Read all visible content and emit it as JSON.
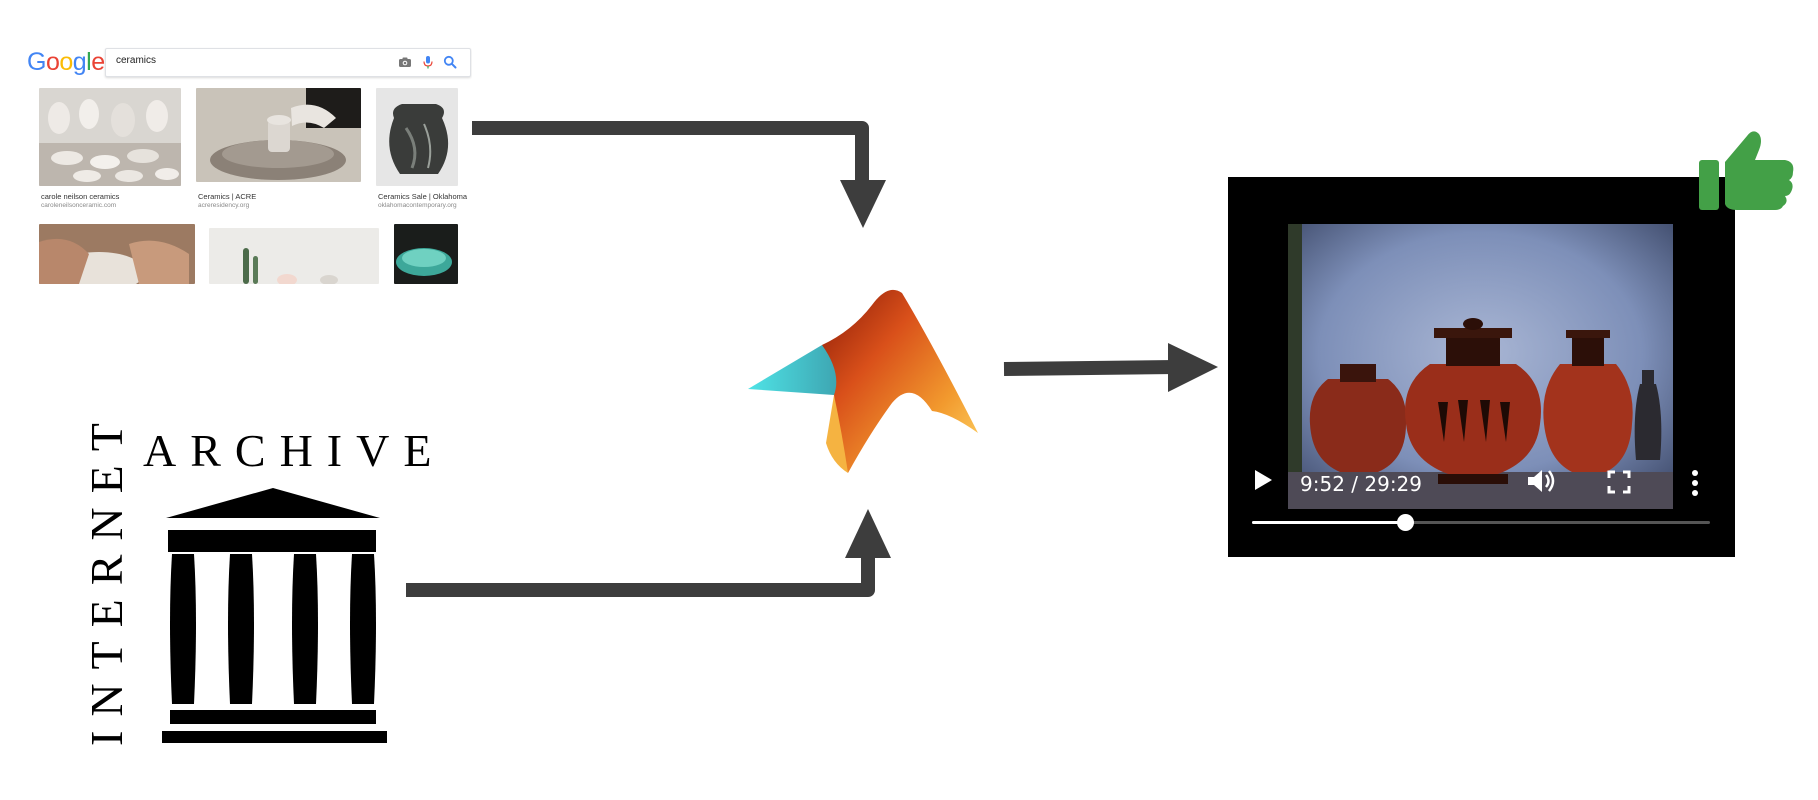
{
  "search": {
    "logo_text": [
      "G",
      "o",
      "o",
      "g",
      "l",
      "e"
    ],
    "query": "ceramics",
    "icons": [
      "camera-icon",
      "microphone-icon",
      "search-icon"
    ],
    "results": [
      {
        "title": "carole neilson ceramics",
        "source": "caroleneilsonceramic.com"
      },
      {
        "title": "Ceramics | ACRE",
        "source": "acreresidency.org"
      },
      {
        "title": "Ceramics Sale | Oklahoma",
        "source": "oklahomacontemporary.org"
      }
    ]
  },
  "archive": {
    "word_top": "ARCHIVE",
    "word_side": "INTERNET"
  },
  "processor": {
    "icon": "matlab-membrane-logo"
  },
  "video": {
    "time": "9:52 / 29:29",
    "progress": 0.335,
    "icons": [
      "play-icon",
      "volume-icon",
      "fullscreen-icon",
      "more-vert-icon"
    ]
  },
  "feedback": {
    "icon": "thumbs-up-icon"
  },
  "colors": {
    "arrow": "#3d3d3d",
    "thumbs_up": "#43a047",
    "google_blue": "#4285f4",
    "google_red": "#ea4335",
    "google_yellow": "#fbbc05",
    "google_green": "#34a853"
  }
}
